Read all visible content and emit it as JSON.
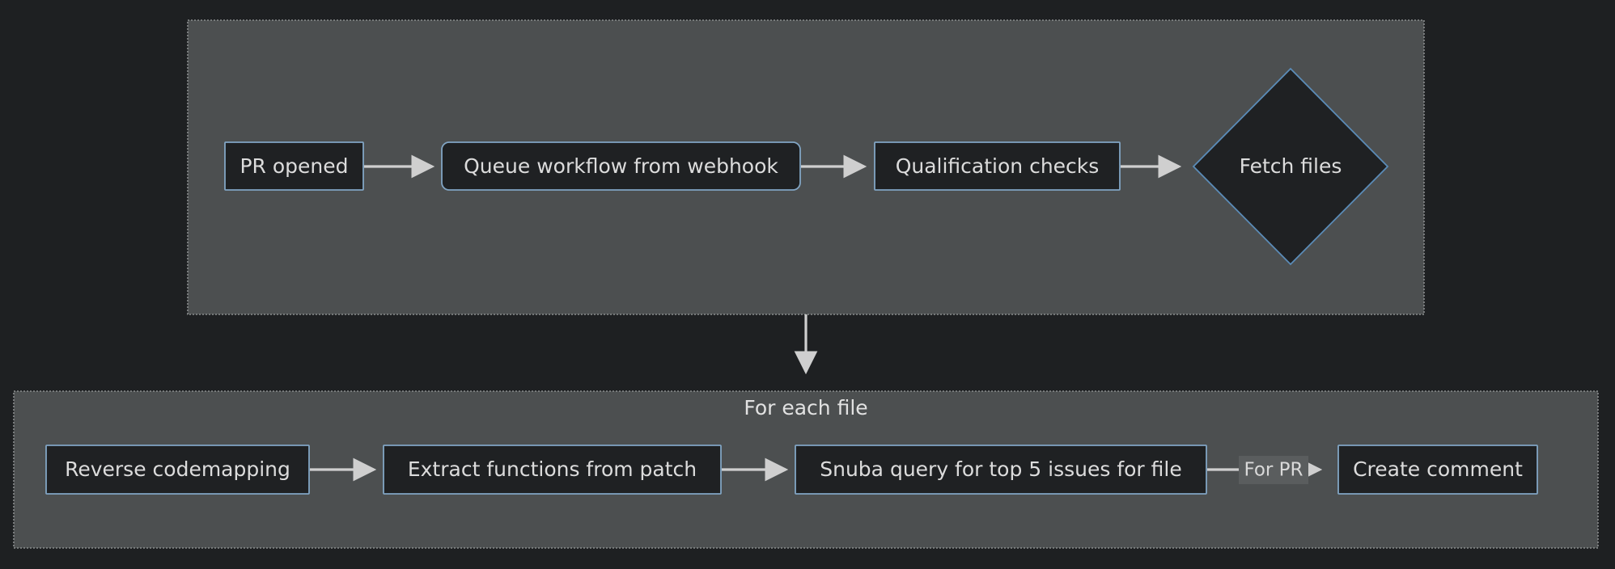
{
  "diagram": {
    "type": "flowchart",
    "direction": "left-to-right",
    "background_color": "#1e2022",
    "node_fill": "#1f2123",
    "node_stroke": "#81a5c4",
    "cluster_fill": "#4c4f50",
    "cluster_stroke": "#8a8d8e",
    "edge_color": "#cfcfcf",
    "text_color": "#dcdcdc",
    "clusters": [
      {
        "id": "top",
        "label": ""
      },
      {
        "id": "foreach",
        "label": "For each file"
      }
    ],
    "nodes": [
      {
        "id": "pr_opened",
        "label": "PR opened",
        "shape": "rect"
      },
      {
        "id": "queue_workflow",
        "label": "Queue workflow from webhook",
        "shape": "rounded-rect"
      },
      {
        "id": "qualification",
        "label": "Qualification checks",
        "shape": "rect"
      },
      {
        "id": "fetch_files",
        "label": "Fetch files",
        "shape": "diamond"
      },
      {
        "id": "reverse_codemapping",
        "label": "Reverse codemapping",
        "shape": "rect"
      },
      {
        "id": "extract_functions",
        "label": "Extract functions from patch",
        "shape": "rect"
      },
      {
        "id": "snuba_query",
        "label": "Snuba query for top 5 issues for file",
        "shape": "rect"
      },
      {
        "id": "create_comment",
        "label": "Create comment",
        "shape": "rect"
      }
    ],
    "edges": [
      {
        "from": "pr_opened",
        "to": "queue_workflow",
        "label": ""
      },
      {
        "from": "queue_workflow",
        "to": "qualification",
        "label": ""
      },
      {
        "from": "qualification",
        "to": "fetch_files",
        "label": ""
      },
      {
        "from": "fetch_files",
        "to": "foreach",
        "label": ""
      },
      {
        "from": "reverse_codemapping",
        "to": "extract_functions",
        "label": ""
      },
      {
        "from": "extract_functions",
        "to": "snuba_query",
        "label": ""
      },
      {
        "from": "snuba_query",
        "to": "create_comment",
        "label": "For PR"
      }
    ]
  }
}
